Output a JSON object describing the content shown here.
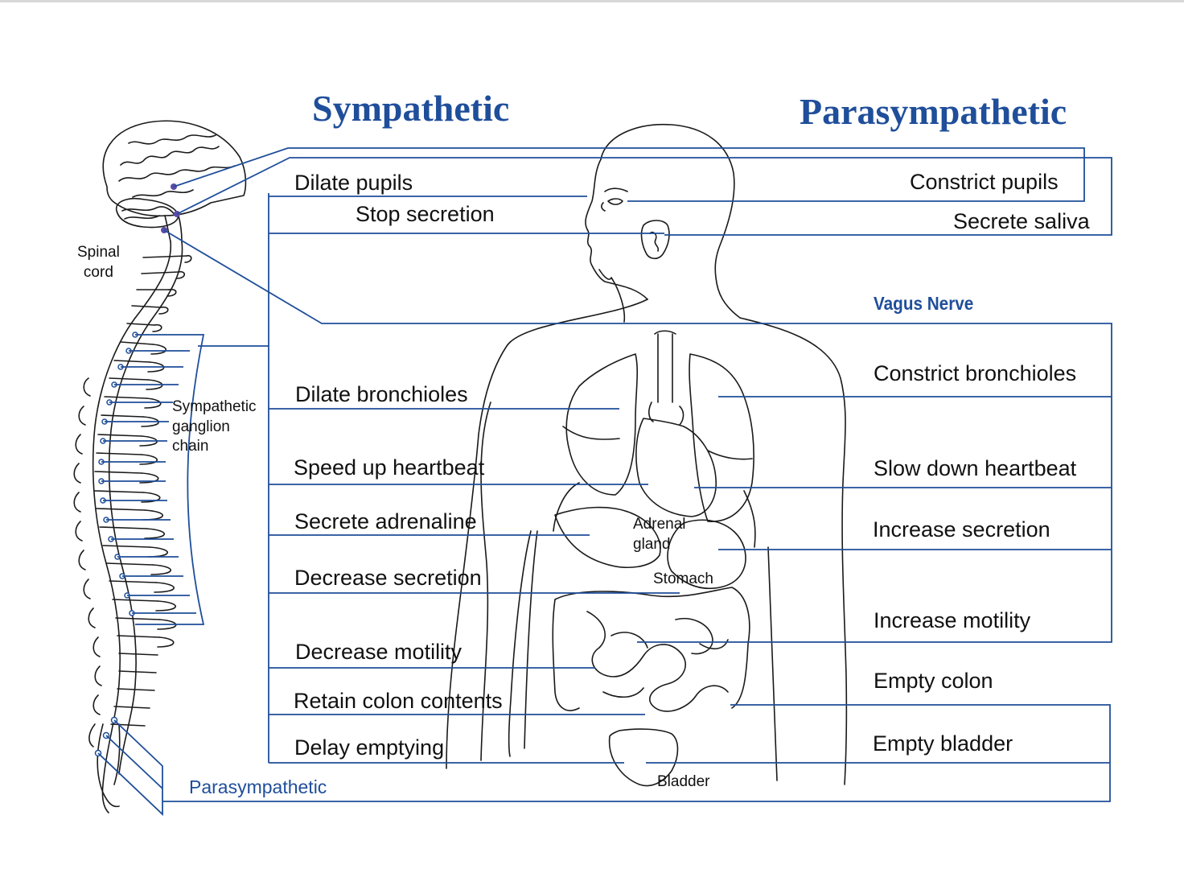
{
  "titles": {
    "sympathetic": "Sympathetic",
    "parasympathetic": "Parasympathetic"
  },
  "anatomy_labels": {
    "spinal_cord": "Spinal\ncord",
    "ganglion_chain": "Sympathetic\nganglion\nchain",
    "adrenal_gland": "Adrenal\ngland",
    "stomach": "Stomach",
    "bladder": "Bladder",
    "parasympathetic_sacral": "Parasympathetic",
    "vagus_nerve": "Vagus Nerve"
  },
  "sympathetic_effects": [
    "Dilate pupils",
    "Stop secretion",
    "Dilate bronchioles",
    "Speed up heartbeat",
    "Secrete adrenaline",
    "Decrease secretion",
    "Decrease motility",
    "Retain colon contents",
    "Delay emptying"
  ],
  "parasympathetic_effects": [
    "Constrict pupils",
    "Secrete saliva",
    "Constrict bronchioles",
    "Slow down heartbeat",
    "Increase secretion",
    "Increase motility",
    "Empty colon",
    "Empty bladder"
  ],
  "colors": {
    "title": "#1f4e9a",
    "nerve_line": "#1f4e9a",
    "drawing": "#1a1a1a",
    "text": "#111111"
  }
}
